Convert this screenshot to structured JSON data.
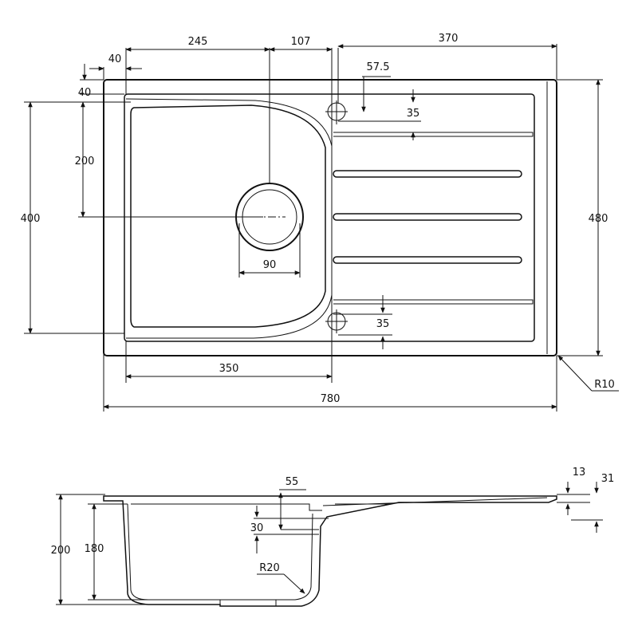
{
  "top_view": {
    "dim_top_1": "245",
    "dim_top_2": "107",
    "dim_top_3": "370",
    "dim_flange_h": "40",
    "dim_flange_v": "40",
    "dim_tap": "57.5",
    "dim_waste_upper": "35",
    "dim_waste_lower": "35",
    "dim_bowl_depth_half": "200",
    "dim_bowl_height": "400",
    "dim_overall_height": "480",
    "dim_waste_dia": "90",
    "dim_bowl_width": "350",
    "dim_overall_width": "780",
    "radius_corner": "R10"
  },
  "side_view": {
    "dim_total_height": "200",
    "dim_bowl_height": "180",
    "dim_overflow": "55",
    "dim_overflow_gap": "30",
    "radius_bottom": "R20",
    "dim_drainer_thickness": "13",
    "dim_drainer_drop": "31"
  }
}
